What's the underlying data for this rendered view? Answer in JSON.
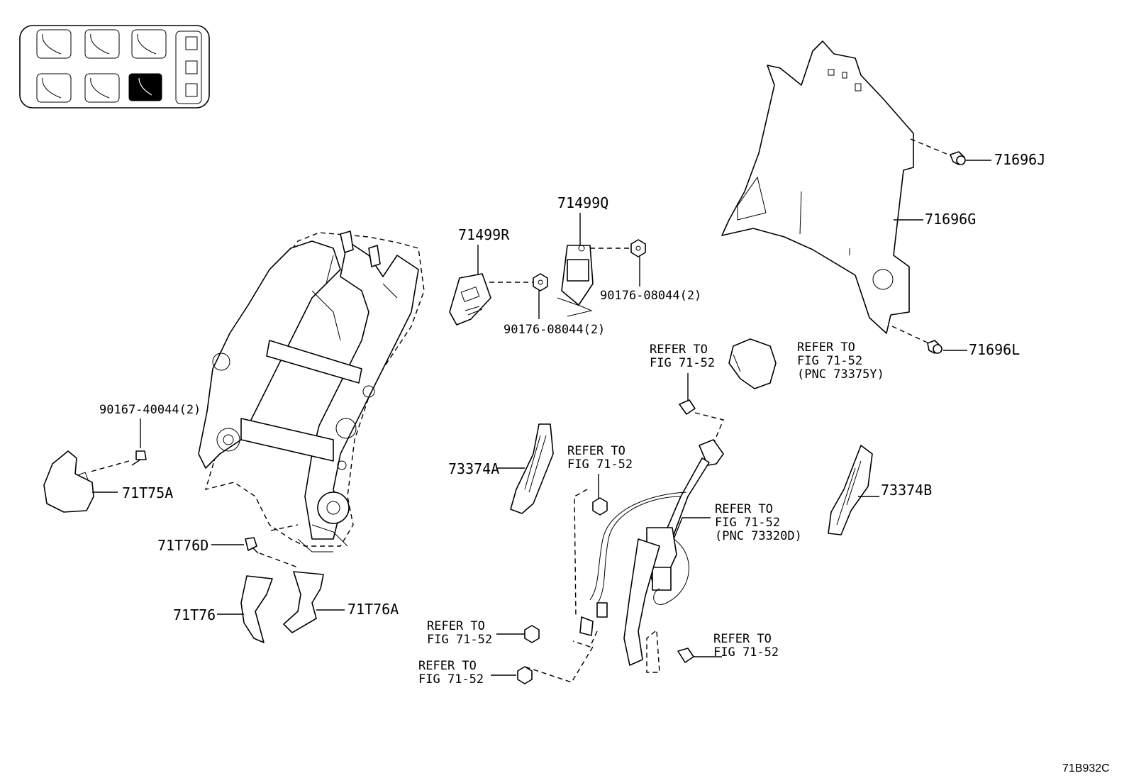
{
  "labels": {
    "p71696J": "71696J",
    "p71696G": "71696G",
    "p71696L": "71696L",
    "p71499Q": "71499Q",
    "p71499R": "71499R",
    "nut_q": "90176-08044(2)",
    "nut_r": "90176-08044(2)",
    "screw_40044": "90167-40044(2)",
    "p71T75A": "71T75A",
    "p71T76D": "71T76D",
    "p71T76": "71T76",
    "p71T76A": "71T76A",
    "p73374A": "73374A",
    "p73374B": "73374B",
    "refer_to": "REFER TO",
    "fig": "FIG 71-52",
    "pnc_73375Y": "(PNC 73375Y)",
    "pnc_73320D": "(PNC 73320D)",
    "figure_code": "71B932C"
  }
}
